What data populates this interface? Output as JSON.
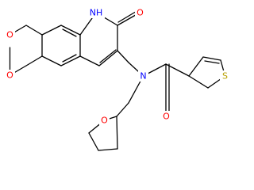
{
  "molecule": {
    "atoms": {
      "o_ring_top": "O",
      "o_ring_bottom": "O",
      "nh": "NH",
      "o_lactam": "O",
      "n_amide": "N",
      "o_amide": "O",
      "s_thiophene": "S",
      "o_thf": "O"
    },
    "colors": {
      "O": "#ff0000",
      "N": "#0000ff",
      "S": "#b8a000",
      "bond": "#000000"
    }
  }
}
